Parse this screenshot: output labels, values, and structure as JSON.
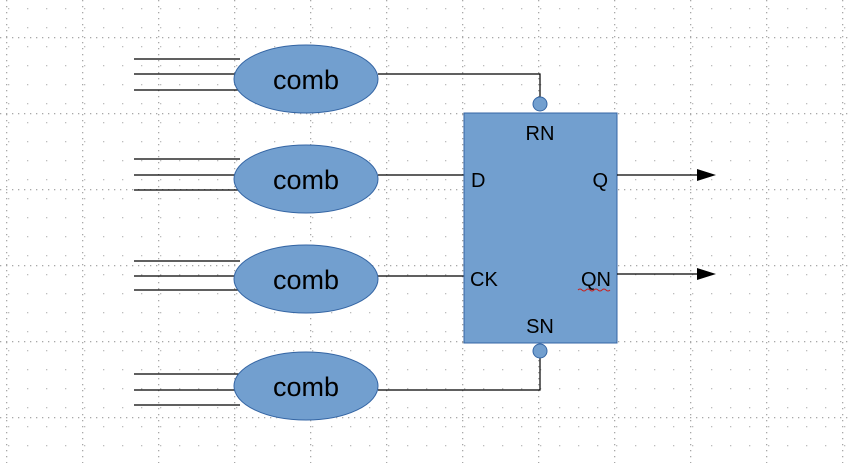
{
  "canvas": {
    "background": "#ffffff",
    "grid": true,
    "grid_dot_color": "#bdbdbd"
  },
  "colors": {
    "shape_fill": "#729fcf",
    "shape_stroke": "#3465a4",
    "wire": "#000000",
    "spellcheck_underline": "#c9211e"
  },
  "blocks": {
    "comb_1": {
      "label": "comb"
    },
    "comb_2": {
      "label": "comb"
    },
    "comb_3": {
      "label": "comb"
    },
    "comb_4": {
      "label": "comb"
    }
  },
  "flipflop": {
    "pins": {
      "rn": "RN",
      "d": "D",
      "ck": "CK",
      "q": "Q",
      "qn": "QN",
      "sn": "SN"
    }
  }
}
